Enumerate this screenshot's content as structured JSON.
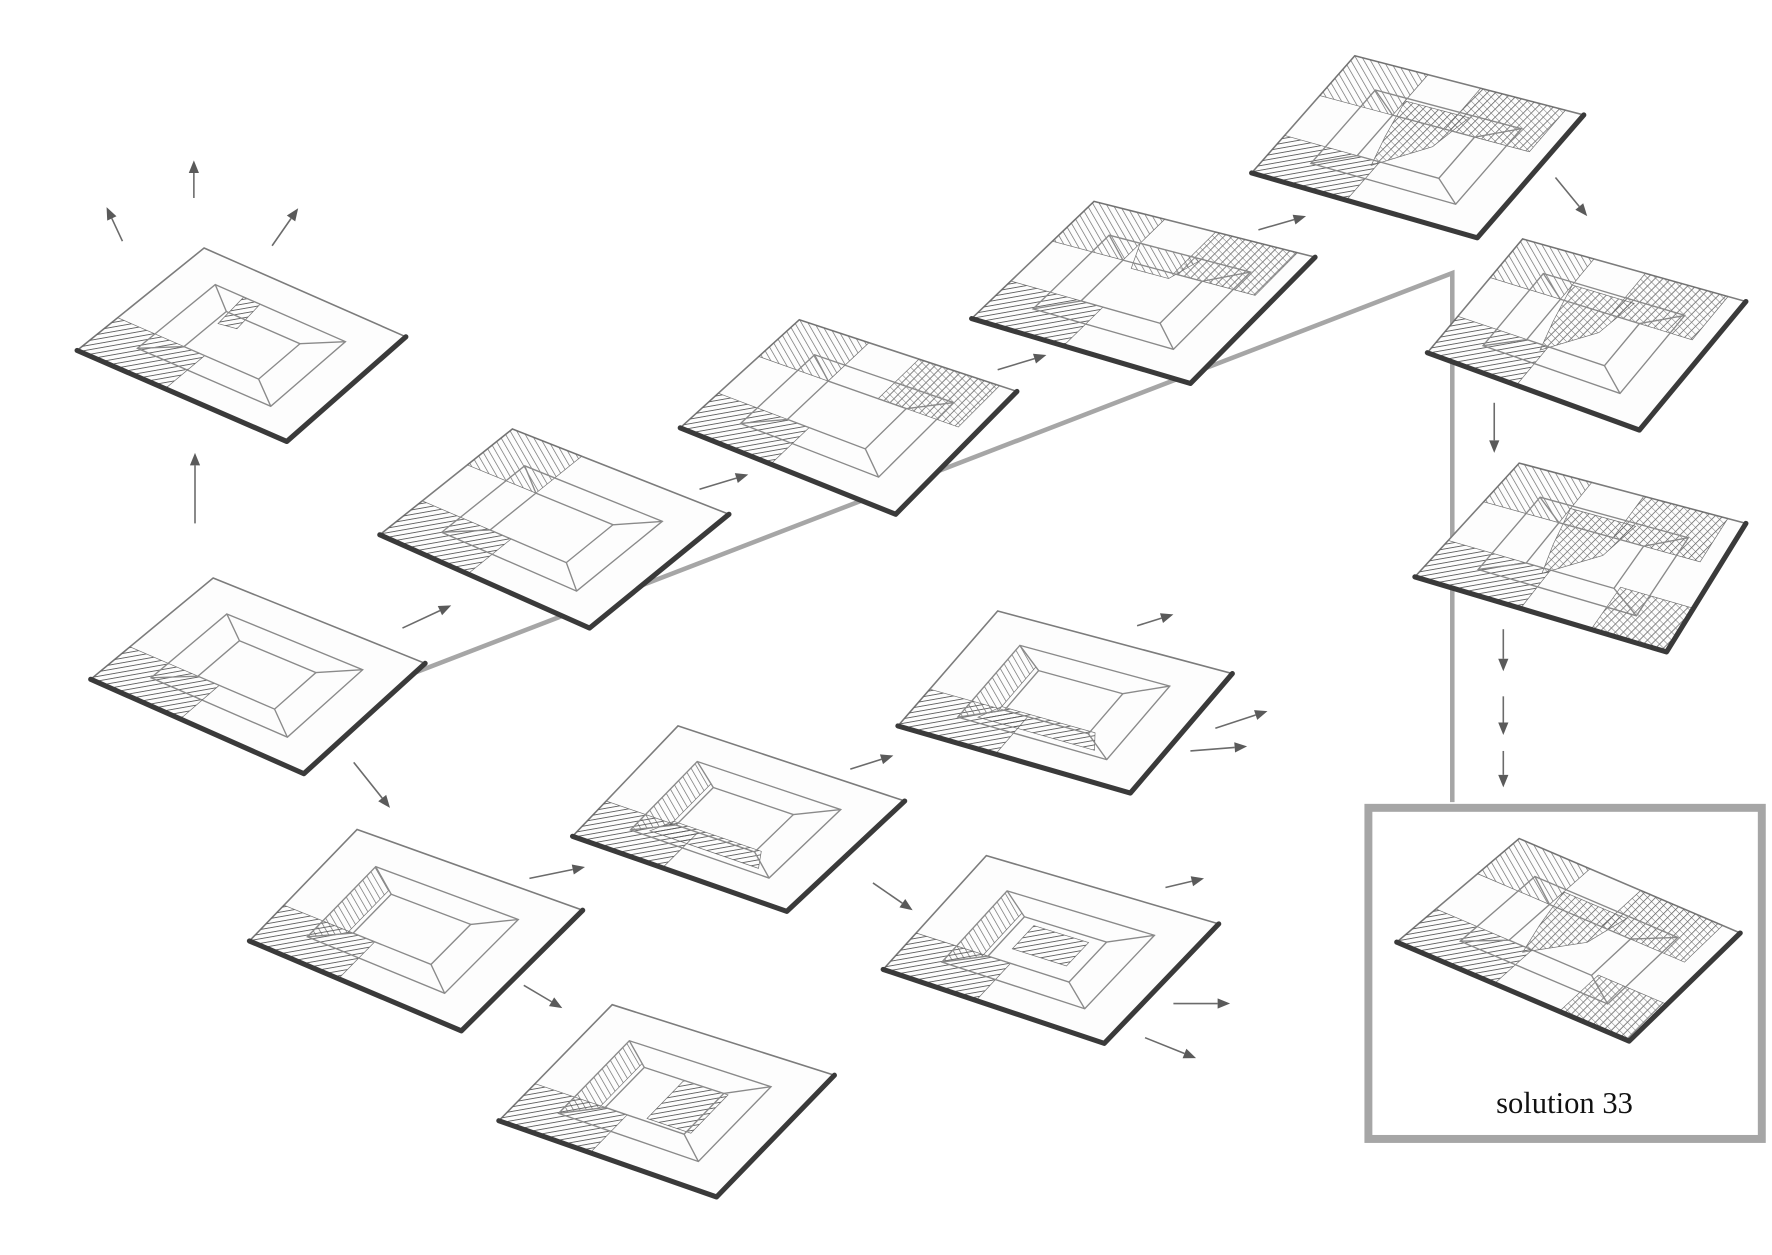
{
  "diagram": {
    "solution_label": "solution 33",
    "plates": [
      {
        "id": "origin",
        "shaded": [
          "front-left"
        ]
      },
      {
        "id": "up-branch",
        "shaded": [
          "front-left",
          "inner-back-left"
        ]
      },
      {
        "id": "path-1",
        "shaded": [
          "front-left",
          "back-left"
        ]
      },
      {
        "id": "path-2",
        "shaded": [
          "front-left",
          "back-left",
          "back-right"
        ]
      },
      {
        "id": "path-3",
        "shaded": [
          "front-left",
          "back-left",
          "back-right",
          "inner-back"
        ]
      },
      {
        "id": "path-4",
        "shaded": [
          "front-left",
          "back-left",
          "back-right",
          "inner-cross"
        ]
      },
      {
        "id": "path-5",
        "shaded": [
          "front-left",
          "back-left",
          "back-right",
          "inner-cross"
        ]
      },
      {
        "id": "path-6",
        "shaded": [
          "front-left",
          "back-left",
          "back-right",
          "inner-cross",
          "front-right"
        ]
      },
      {
        "id": "low-1",
        "shaded": [
          "front-left",
          "inner-left"
        ]
      },
      {
        "id": "low-2",
        "shaded": [
          "front-left",
          "inner-left",
          "inner-front"
        ]
      },
      {
        "id": "low-3",
        "shaded": [
          "front-left",
          "inner-left",
          "inner-front"
        ]
      },
      {
        "id": "low-4",
        "shaded": [
          "front-left",
          "inner-left",
          "inner-bar"
        ]
      },
      {
        "id": "low-5",
        "shaded": [
          "front-left",
          "inner-left",
          "inner-right"
        ]
      },
      {
        "id": "solution-33",
        "shaded": [
          "front-left",
          "back-left",
          "back-right",
          "front-right",
          "inner-cross"
        ]
      }
    ],
    "colors": {
      "plate_edge": "#3a3a3a",
      "hatch": "#6f6f6f",
      "highlight_frame": "#a6a6a6",
      "text": "#111111"
    }
  }
}
